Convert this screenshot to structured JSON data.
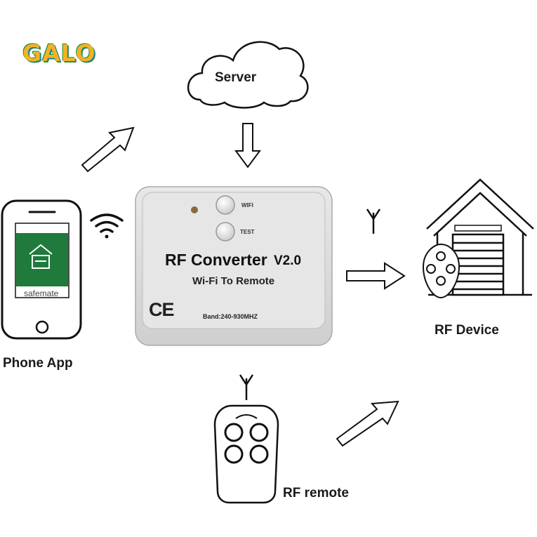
{
  "brand": {
    "logo_text": "GALO"
  },
  "nodes": {
    "server": {
      "label": "Server"
    },
    "phone": {
      "label": "Phone App",
      "app_name": "safemate"
    },
    "device": {
      "label": "RF Device"
    },
    "remote": {
      "label": "RF remote"
    }
  },
  "converter": {
    "title": "RF Converter",
    "version": "V2.0",
    "subtitle": "Wi-Fi To Remote",
    "band": "Band:240-930MHZ",
    "wifi_button": "WIFI",
    "test_button": "TEST",
    "certification": "CE"
  },
  "colors": {
    "accent_green": "#1f7a3c",
    "logo_gold": "#f3b223",
    "device_gray": "#dcdcdc"
  }
}
